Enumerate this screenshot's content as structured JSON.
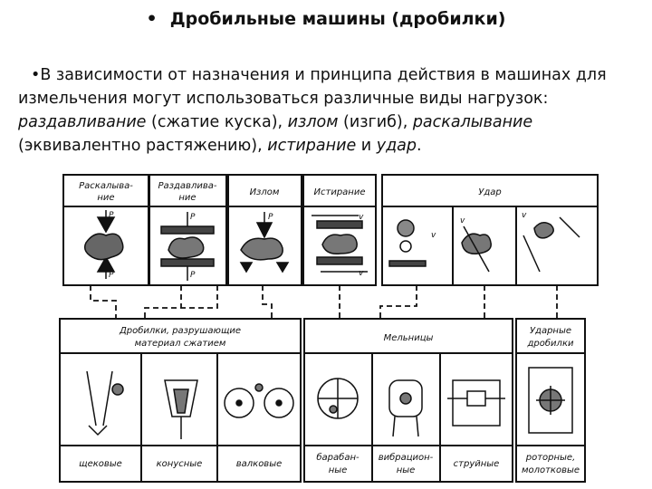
{
  "title": "Дробильные машины (дробилки)",
  "title_bullet": "•",
  "paragraph": {
    "bullet": "•",
    "intro": "В зависимости от назначения и принципа действия в машинах для измельчения могут использоваться различные виды нагрузок:",
    "t1": "раздавливание",
    "p1": " (сжатие куска), ",
    "t2": "излом",
    "p2": " (изгиб), ",
    "t3": "раскалывание",
    "p3": " (эквивалентно растяжению), ",
    "t4": "истирание",
    "p4": " и ",
    "t5": "удар",
    "p5": "."
  },
  "diagram": {
    "top_labels": {
      "crush_l1": "Раскалыва-",
      "crush_l2": "ние",
      "squeeze_l1": "Раздавлива-",
      "squeeze_l2": "ние",
      "break": "Излом",
      "abrasion": "Истирание",
      "impact": "Удар"
    },
    "force_labels": {
      "p": "P",
      "v": "v"
    },
    "bottom_headers": {
      "compress_l1": "Дробилки, разрушающие",
      "compress_l2": "материал сжатием",
      "mills": "Мельницы",
      "impact_l1": "Ударные",
      "impact_l2": "дробилки"
    },
    "bottom_labels": {
      "jaw": "щековые",
      "cone": "конусные",
      "roll": "валковые",
      "drum_l1": "барабан-",
      "drum_l2": "ные",
      "vibro_l1": "вибрацион-",
      "vibro_l2": "ные",
      "jet": "струйные",
      "rotor_l1": "роторные,",
      "rotor_l2": "молотковые"
    }
  }
}
